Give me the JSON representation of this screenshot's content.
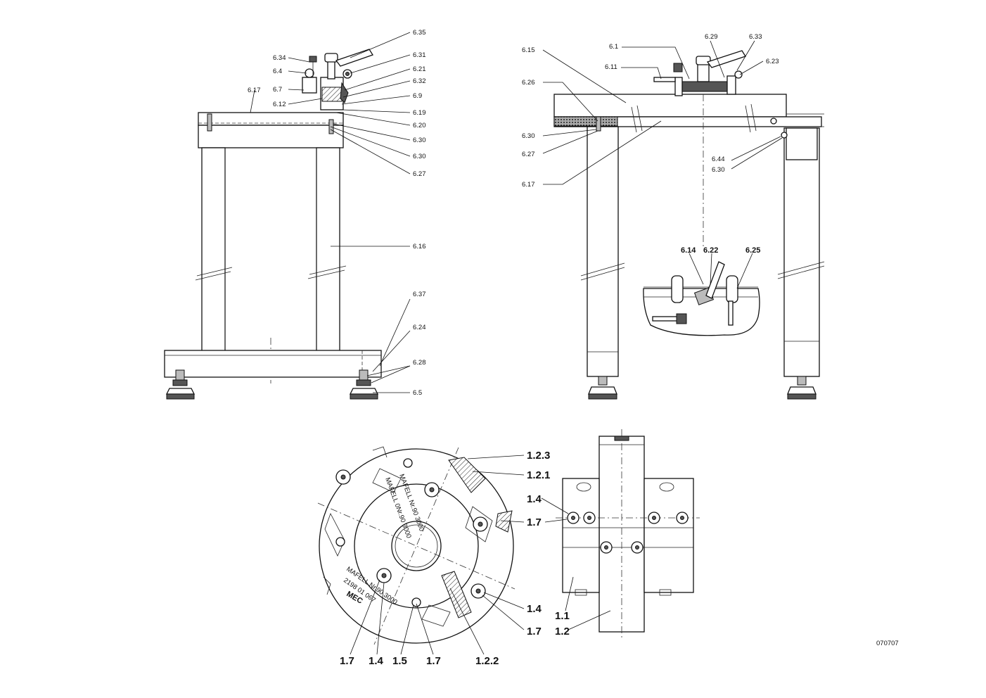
{
  "drawing_code": "070707",
  "stand_front": {
    "labels": [
      "6.35",
      "6.34",
      "6.4",
      "6.7",
      "6.17",
      "6.12",
      "6.31",
      "6.21",
      "6.32",
      "6.9",
      "6.19",
      "6.20",
      "6.30",
      "6.30",
      "6.27",
      "6.16",
      "6.37",
      "6.24",
      "6.28",
      "6.5"
    ]
  },
  "stand_side": {
    "labels": [
      "6.15",
      "6.1",
      "6.11",
      "6.29",
      "6.33",
      "6.23",
      "6.26",
      "6.30",
      "6.27",
      "6.17",
      "6.44",
      "6.30"
    ]
  },
  "detail": {
    "labels": [
      "6.14",
      "6.22",
      "6.25"
    ]
  },
  "cutter_head": {
    "labels": [
      "1.2.3",
      "1.2.1",
      "1.4",
      "1.7",
      "1.4",
      "1.7",
      "1.7",
      "1.4",
      "1.5",
      "1.7",
      "1.2.2"
    ],
    "engravings": [
      "MAFELL Nr.90 3000",
      "MAFELL 0Nr.90 3000",
      "2198 01 067",
      "MEC"
    ]
  },
  "cutter_side": {
    "labels": [
      "1.1",
      "1.2"
    ]
  }
}
